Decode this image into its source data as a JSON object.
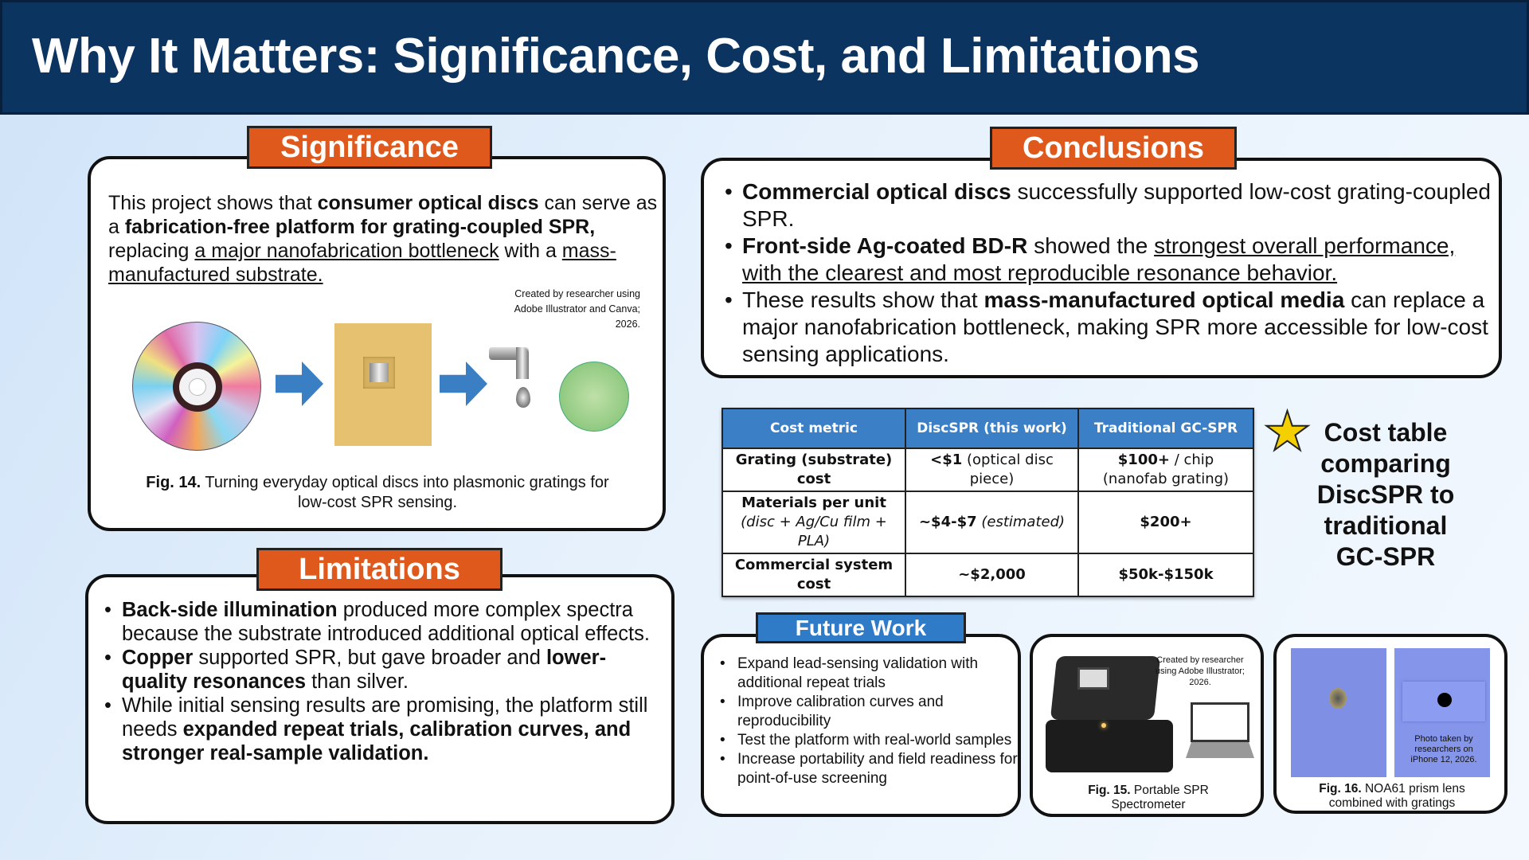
{
  "header": {
    "title": "Why It Matters: Significance, Cost, and Limitations"
  },
  "significance": {
    "tag": "Significance",
    "paragraph": [
      {
        "t": "This project shows that "
      },
      {
        "t": "consumer optical discs",
        "b": true
      },
      {
        "t": " can serve as a "
      },
      {
        "t": "fabrication-free platform for grating-coupled SPR,",
        "b": true
      },
      {
        "t": " replacing "
      },
      {
        "t": "a major nanofabrication bottleneck",
        "u": true
      },
      {
        "t": " with a "
      },
      {
        "t": "mass-manufactured substrate.",
        "u": true
      }
    ],
    "credit": "Created by researcher using Adobe Illustrator and Canva; 2026.",
    "caption_label": "Fig. 14.",
    "caption": " Turning everyday optical discs into plasmonic gratings for low-cost SPR sensing."
  },
  "conclusions": {
    "tag": "Conclusions",
    "bullets": [
      [
        {
          "t": "Commercial optical discs",
          "b": true
        },
        {
          "t": " successfully supported low-cost grating-coupled SPR."
        }
      ],
      [
        {
          "t": "Front-side Ag-coated BD-R",
          "b": true
        },
        {
          "t": " showed the "
        },
        {
          "t": "strongest overall performance, with the clearest and most reproducible resonance behavior.",
          "u": true
        }
      ],
      [
        {
          "t": "These results show that "
        },
        {
          "t": "mass-manufactured optical media",
          "b": true
        },
        {
          "t": " can replace a major nanofabrication bottleneck, making SPR more accessible for low-cost sensing applications."
        }
      ]
    ]
  },
  "limitations": {
    "tag": "Limitations",
    "bullets": [
      [
        {
          "t": "Back-side illumination",
          "b": true
        },
        {
          "t": " produced more complex spectra because the substrate introduced additional optical effects."
        }
      ],
      [
        {
          "t": "Copper",
          "b": true
        },
        {
          "t": " supported SPR, but gave broader and "
        },
        {
          "t": "lower-quality resonances",
          "b": true
        },
        {
          "t": " than silver."
        }
      ],
      [
        {
          "t": "While initial sensing results are promising, the platform still needs "
        },
        {
          "t": "expanded repeat trials, calibration curves, and stronger real-sample validation.",
          "b": true
        }
      ]
    ]
  },
  "cost_table": {
    "headers": [
      "Cost metric",
      "DiscSPR (this work)",
      "Traditional GC-SPR"
    ],
    "rows": [
      [
        [
          {
            "t": "Grating (substrate) cost",
            "b": true
          }
        ],
        [
          {
            "t": "<$1",
            "b": true
          },
          {
            "t": " (optical disc piece)"
          }
        ],
        [
          {
            "t": "$100+",
            "b": true
          },
          {
            "t": " / chip (nanofab grating)"
          }
        ]
      ],
      [
        [
          {
            "t": "Materials per unit",
            "b": true
          },
          {
            "t": "(disc + Ag/Cu film + PLA)",
            "i": true,
            "br": true
          }
        ],
        [
          {
            "t": "~$4-$7",
            "b": true
          },
          {
            "t": " (estimated)",
            "i": true
          }
        ],
        [
          {
            "t": "$200+",
            "b": true
          }
        ]
      ],
      [
        [
          {
            "t": "Commercial system cost",
            "b": true
          }
        ],
        [
          {
            "t": "~$2,000",
            "b": true
          }
        ],
        [
          {
            "t": "$50k-$150k",
            "b": true
          }
        ]
      ]
    ],
    "note": "Cost table comparing DiscSPR to traditional GC-SPR",
    "star_color": "#f5d000"
  },
  "future_work": {
    "tag": "Future Work",
    "items": [
      "Expand lead-sensing validation with additional repeat trials",
      "Improve calibration curves and reproducibility",
      "Test the platform with real-world samples",
      "Increase portability and field readiness for point-of-use screening"
    ]
  },
  "fig15": {
    "credit": "Created by researcher using Adobe Illustrator; 2026.",
    "caption_label": "Fig. 15.",
    "caption": " Portable SPR Spectrometer"
  },
  "fig16": {
    "credit": "Photo taken by researchers on iPhone 12, 2026.",
    "caption_label": "Fig. 16.",
    "caption": " NOA61 prism lens combined with gratings"
  },
  "colors": {
    "header": "#0b3461",
    "tag_orange": "#e0591c",
    "tag_blue": "#2f7bc8",
    "table_header": "#3b80c6",
    "arrow": "#3a7fc4"
  }
}
